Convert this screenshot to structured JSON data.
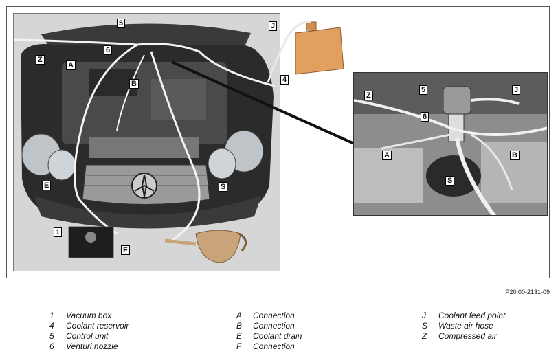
{
  "figure": {
    "reference_code": "P20.00-2131-09",
    "callouts": {
      "main_5": "5",
      "main_J": "J",
      "main_Z": "Z",
      "main_6": "6",
      "main_A": "A",
      "main_B": "B",
      "main_4": "4",
      "main_E": "E",
      "main_S": "S",
      "main_1": "1",
      "main_F": "F",
      "detail_Z": "Z",
      "detail_5": "5",
      "detail_J": "J",
      "detail_6": "6",
      "detail_A": "A",
      "detail_B": "B",
      "detail_S": "S"
    }
  },
  "legend": {
    "column1": [
      {
        "key": "1",
        "label": "Vacuum box"
      },
      {
        "key": "4",
        "label": "Coolant reservoir"
      },
      {
        "key": "5",
        "label": "Control unit"
      },
      {
        "key": "6",
        "label": "Venturi nozzle"
      }
    ],
    "column2": [
      {
        "key": "A",
        "label": "Connection"
      },
      {
        "key": "B",
        "label": "Connection"
      },
      {
        "key": "E",
        "label": "Coolant drain"
      },
      {
        "key": "F",
        "label": "Connection"
      }
    ],
    "column3": [
      {
        "key": "J",
        "label": "Coolant feed point"
      },
      {
        "key": "S",
        "label": "Waste air hose"
      },
      {
        "key": "Z",
        "label": "Compressed air"
      }
    ]
  }
}
